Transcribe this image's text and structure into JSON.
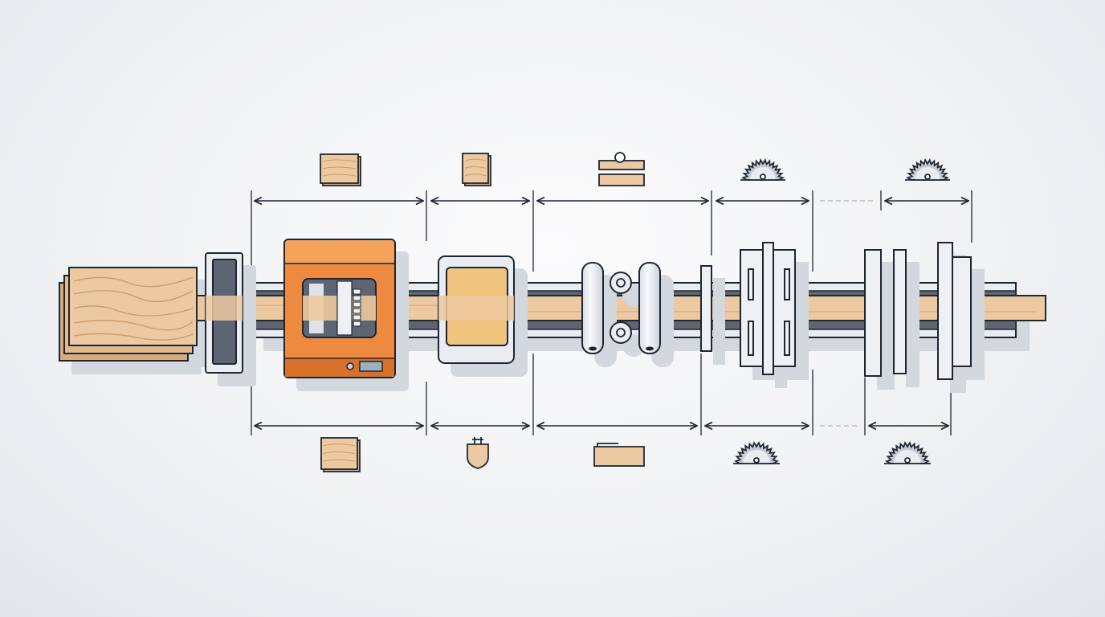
{
  "colors": {
    "wood": "#ecc9a0",
    "wood_grain": "#c99b6c",
    "machine_orange": "#ee8a3f",
    "machine_orange_dark": "#d96f2a",
    "sander_yellow": "#f0c47c",
    "steel_light": "#e9ecf0",
    "steel_dark": "#5c6571",
    "outline": "#1f2733",
    "shadow": "#d3d7de"
  },
  "stations": [
    {
      "name": "lumber-stack",
      "icon": "wood-block-icon"
    },
    {
      "name": "planer-machine",
      "icon": "wood-block-icon"
    },
    {
      "name": "sander",
      "icon": "shield-icon"
    },
    {
      "name": "roller-feed",
      "icon": "plank-icon"
    },
    {
      "name": "saw-station-1",
      "icon": "saw-blade-icon"
    },
    {
      "name": "saw-station-2",
      "icon": "saw-blade-icon"
    }
  ]
}
